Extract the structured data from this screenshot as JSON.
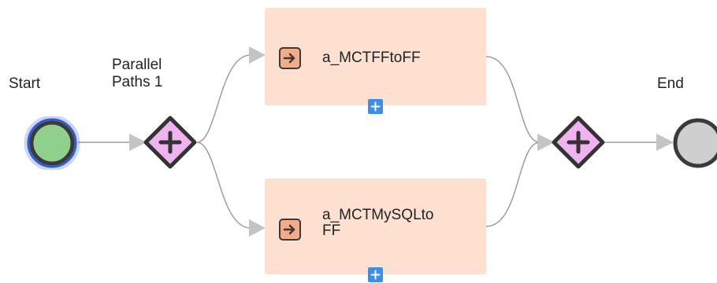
{
  "diagram": {
    "start": {
      "label": "Start",
      "color": "#8fd18c",
      "halo": "#2e5bd9"
    },
    "end": {
      "label": "End",
      "color": "#cfcfcf"
    },
    "fork_gateway": {
      "label": "Parallel\nPaths 1",
      "icon": "plus-icon",
      "color": "#f1b3f0"
    },
    "join_gateway": {
      "label": "",
      "icon": "plus-icon",
      "color": "#f1b3f0"
    },
    "tasks": [
      {
        "label": "a_MCTFFtoFF",
        "icon": "arrow-into-box-icon",
        "expand_icon": "plus-icon"
      },
      {
        "label": "a_MCTMySQLto\nFF",
        "icon": "arrow-into-box-icon",
        "expand_icon": "plus-icon"
      }
    ],
    "colors": {
      "task_fill": "#fde0cf",
      "task_icon_fill": "#f3ac86",
      "connector": "#9e9e9e",
      "expand_button": "#3b8fe8"
    }
  }
}
